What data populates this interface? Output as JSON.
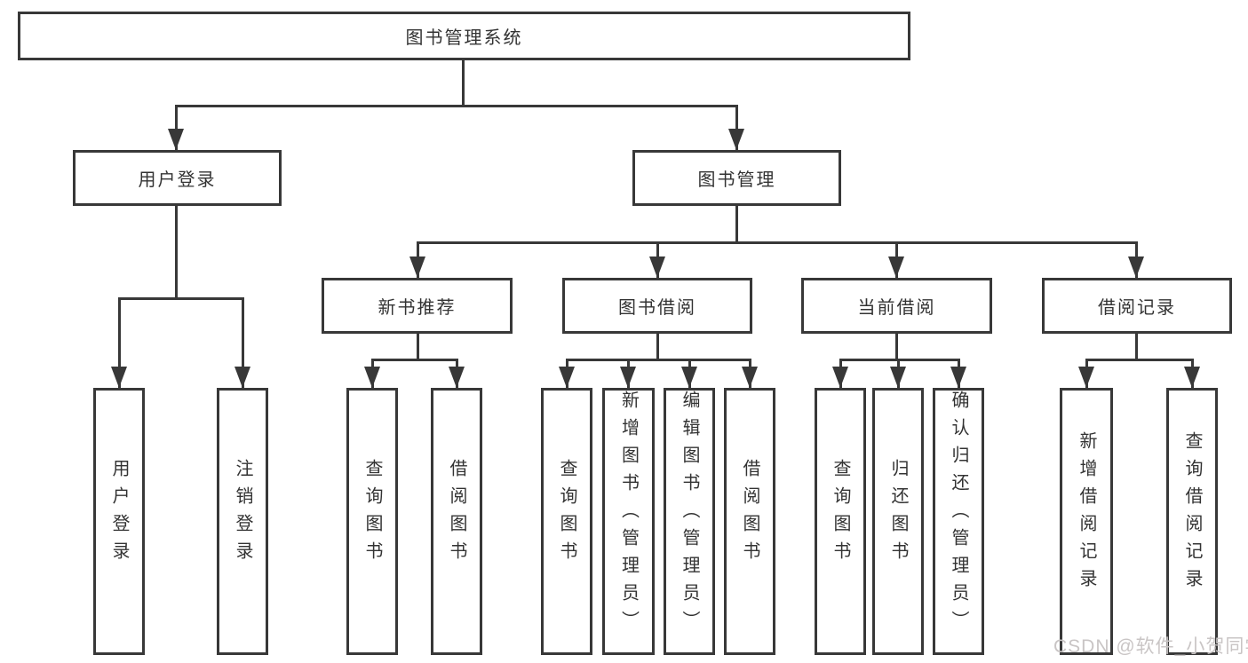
{
  "diagram": {
    "title": "图书管理系统",
    "colors": {
      "line": "#383838",
      "box_background": "#ffffff",
      "text": "#333333",
      "watermark": "#c9c5c5"
    },
    "nodes": {
      "root": "图书管理系统",
      "user_login": "用户登录",
      "book_management": "图书管理",
      "new_book_recommend": "新书推荐",
      "book_borrow": "图书借阅",
      "current_borrow": "当前借阅",
      "borrow_records": "借阅记录",
      "ul_user_login": "用户登录",
      "ul_logout": "注销登录",
      "nb_query_books": "查询图书",
      "nb_borrow_books": "借阅图书",
      "bb_query_books": "查询图书",
      "bb_add_books": "新增图书（管理员）",
      "bb_edit_books": "编辑图书（管理员）",
      "bb_borrow_books": "借阅图书",
      "cb_query_books": "查询图书",
      "cb_return_books": "归还图书",
      "cb_confirm_return": "确认归还（管理员）",
      "jl_add_record": "新增借阅记录",
      "jl_query_record": "查询借阅记录"
    },
    "edges": [
      [
        "root",
        "user_login"
      ],
      [
        "root",
        "book_management"
      ],
      [
        "user_login",
        "ul_user_login"
      ],
      [
        "user_login",
        "ul_logout"
      ],
      [
        "book_management",
        "new_book_recommend"
      ],
      [
        "book_management",
        "book_borrow"
      ],
      [
        "book_management",
        "current_borrow"
      ],
      [
        "book_management",
        "borrow_records"
      ],
      [
        "new_book_recommend",
        "nb_query_books"
      ],
      [
        "new_book_recommend",
        "nb_borrow_books"
      ],
      [
        "book_borrow",
        "bb_query_books"
      ],
      [
        "book_borrow",
        "bb_add_books"
      ],
      [
        "book_borrow",
        "bb_edit_books"
      ],
      [
        "book_borrow",
        "bb_borrow_books"
      ],
      [
        "current_borrow",
        "cb_query_books"
      ],
      [
        "current_borrow",
        "cb_return_books"
      ],
      [
        "current_borrow",
        "cb_confirm_return"
      ],
      [
        "borrow_records",
        "jl_add_record"
      ],
      [
        "borrow_records",
        "jl_query_record"
      ]
    ],
    "watermark": "CSDN @软件_小贺同学"
  }
}
